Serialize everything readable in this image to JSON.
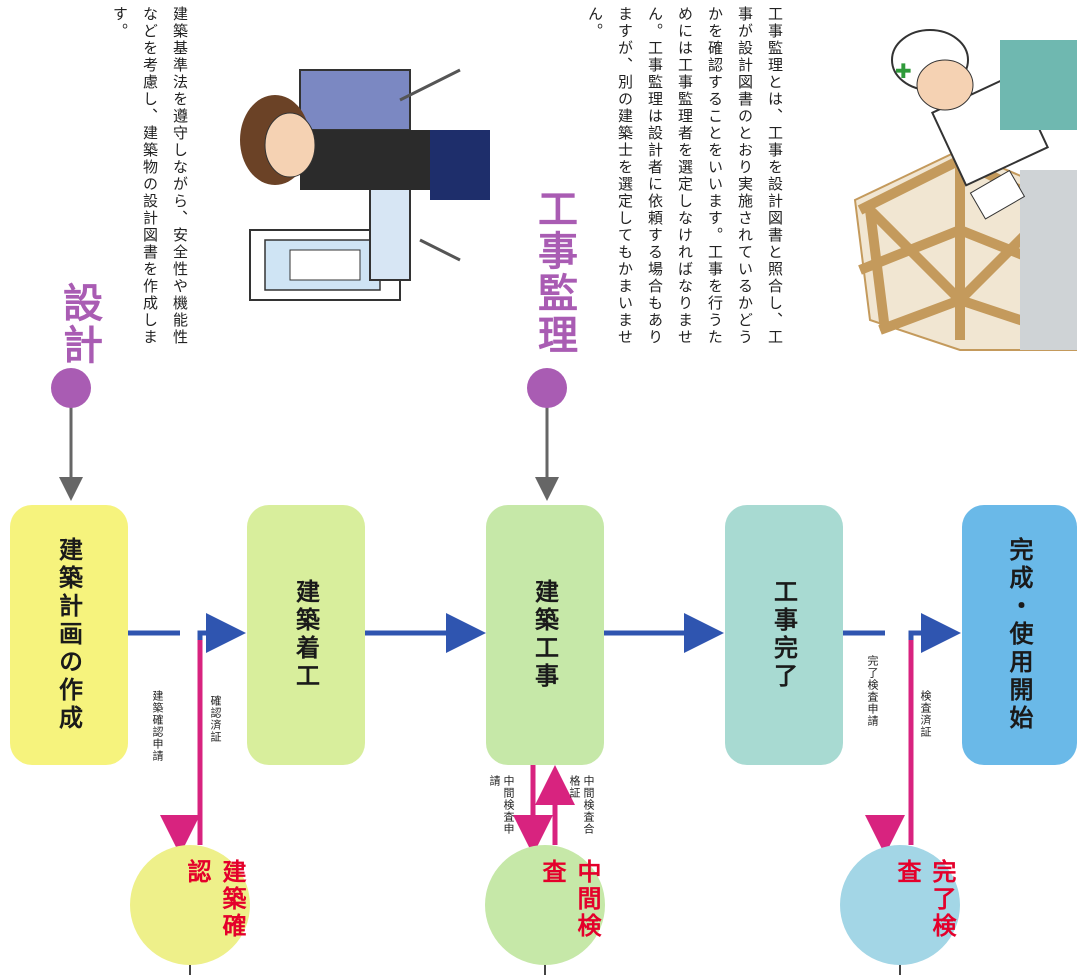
{
  "design": {
    "heading": "設計",
    "text": "建築基準法を遵守しながら、安全性や機能性などを考慮し、建築物の設計図書を作成します。"
  },
  "supervision": {
    "heading": "工事監理",
    "text": "工事監理とは、工事を設計図書と照合し、工事が設計図書のとおり実施されているかどうかを確認することをいいます。工事を行うためには工事監理者を選定しなければなりません。工事監理は設計者に依頼する場合もありますが、別の建築士を選定してもかまいません。"
  },
  "steps": [
    {
      "label": "建築計画の作成",
      "color": "#f6f37d"
    },
    {
      "label": "建築着工",
      "color": "#d8ee9c"
    },
    {
      "label": "建築工事",
      "color": "#c6e8a8"
    },
    {
      "label": "工事完了",
      "color": "#a8dad2"
    },
    {
      "label": "完成・使用開始",
      "color": "#6ab9e8"
    }
  ],
  "inspections": [
    {
      "label": "建築確認",
      "color": "#eef08a",
      "out_label": "建築確認申請",
      "in_label": "確認済証"
    },
    {
      "label": "中間検査",
      "color": "#c6e8a8",
      "out_label": "中間検査申請",
      "in_label": "中間検査合格証"
    },
    {
      "label": "完了検査",
      "color": "#a3d6e6",
      "out_label": "完了検査申請",
      "in_label": "検査済証"
    }
  ],
  "colors": {
    "flow_arrow": "#2f55b0",
    "apply_arrow": "#d8237f",
    "heading": "#a95cb3",
    "gray_arrow": "#666666"
  }
}
